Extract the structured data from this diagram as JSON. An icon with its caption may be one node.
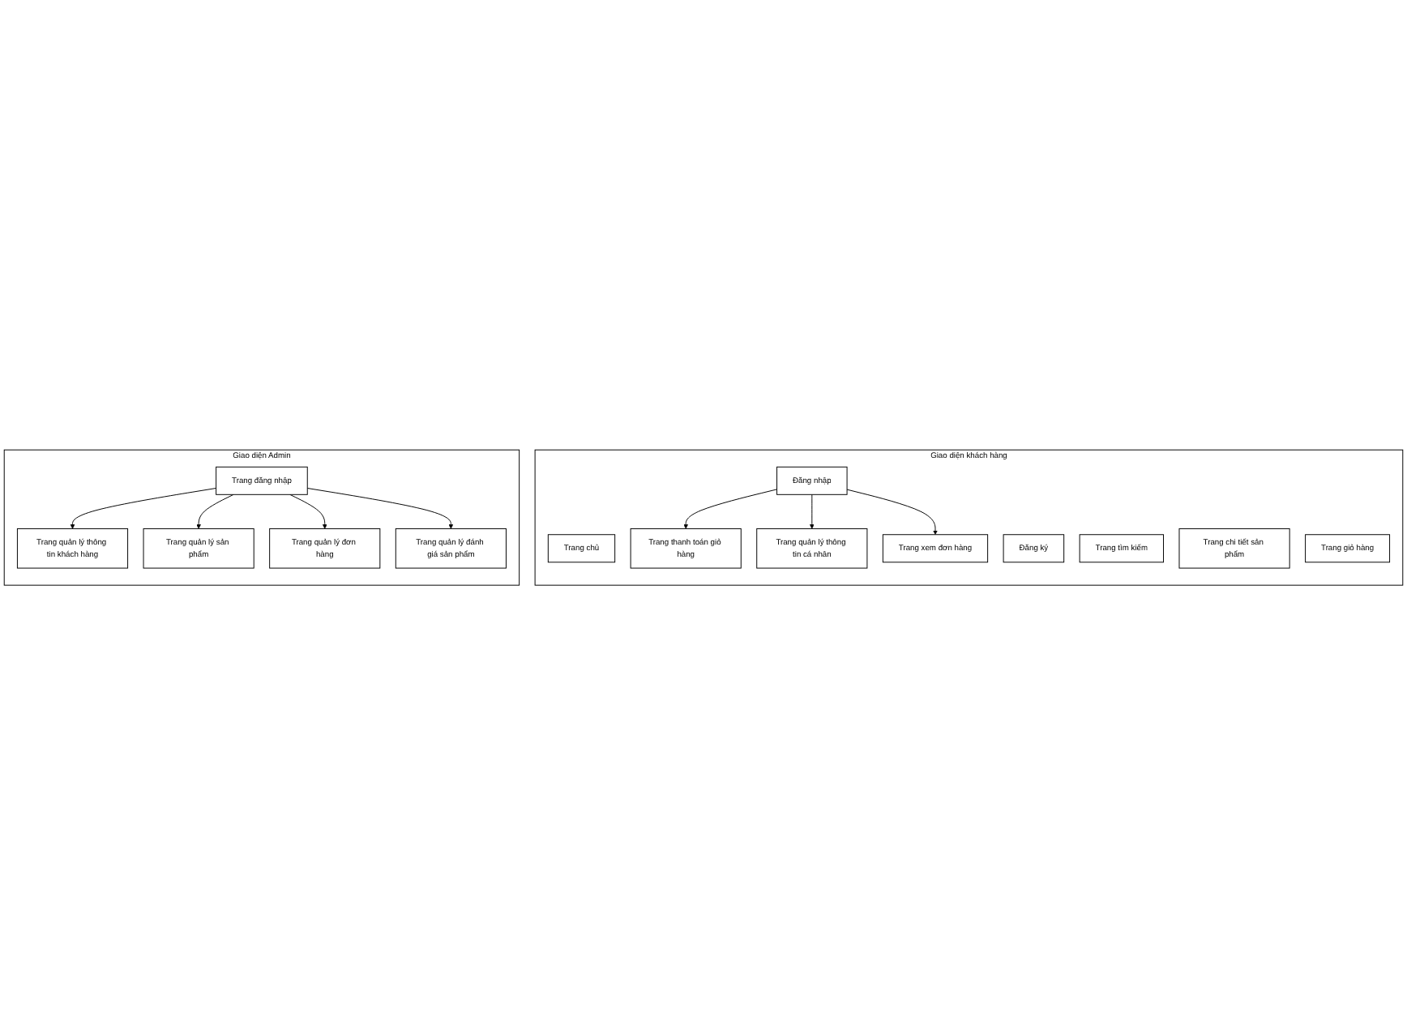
{
  "diagram": {
    "nodes": [
      {
        "text": [
          "Giao diện khách hàng"
        ]
      },
      {
        "text": [
          "Trang chủ"
        ],
        "in": 0
      },
      {
        "text": [
          "Đăng ký"
        ],
        "in": 0
      },
      {
        "text": [
          "Trang tìm kiếm"
        ],
        "in": 0
      },
      {
        "text": [
          "Trang chi tiết sản phẩm"
        ],
        "in": 0
      },
      {
        "text": [
          "Đăng nhập"
        ],
        "in": 0
      },
      {
        "text": [
          "Trang giỏ hàng"
        ],
        "in": 0
      },
      {
        "text": [
          "Trang thanh toán giỏ hàng"
        ],
        "in": 0
      },
      {
        "text": [
          "Trang quản lý thông tin cá nhân"
        ],
        "in": 0
      },
      {
        "text": [
          "Trang xem đơn hàng"
        ],
        "in": 0
      },
      {
        "text": [
          "Giao diện Admin"
        ]
      },
      {
        "text": [
          "Trang đăng nhập"
        ],
        "in": 10
      },
      {
        "text": [
          "Trang quản lý thông tin khách hàng"
        ],
        "in": 10
      },
      {
        "text": [
          "Trang quản lý sản phẩm"
        ],
        "in": 10
      },
      {
        "text": [
          "Trang quản lý đơn hàng"
        ],
        "in": 10
      },
      {
        "text": [
          "Trang quản lý đánh giá sản phẩm"
        ],
        "in": 10
      }
    ],
    "edges": [
      {
        "from": 5,
        "to": 7,
        "arrow": "to"
      },
      {
        "from": 5,
        "to": 8,
        "arrow": "to"
      },
      {
        "from": 5,
        "to": 9,
        "arrow": "to"
      },
      {
        "from": 11,
        "to": 12,
        "arrow": "to"
      },
      {
        "from": 11,
        "to": 13,
        "arrow": "to"
      },
      {
        "from": 11,
        "to": 14,
        "arrow": "to"
      },
      {
        "from": 11,
        "to": 15,
        "arrow": "to"
      }
    ]
  }
}
